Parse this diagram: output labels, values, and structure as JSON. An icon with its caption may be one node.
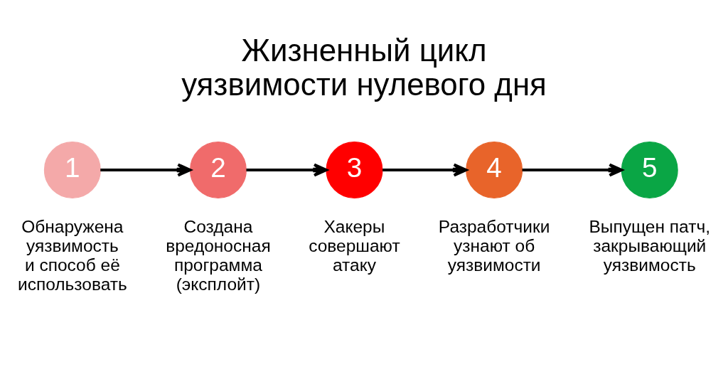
{
  "diagram": {
    "title": "Жизненный цикл уязвимости нулевого дня",
    "nodes": [
      {
        "text": [
          "1"
        ],
        "beside": [
          "Обнаружена уязвимость и способ её использовать"
        ]
      },
      {
        "text": [
          "2"
        ],
        "beside": [
          "Создана вредоносная программа (эксплойт)"
        ]
      },
      {
        "text": [
          "3"
        ],
        "beside": [
          "Хакеры совершают атаку"
        ]
      },
      {
        "text": [
          "4"
        ],
        "beside": [
          "Разработчики узнают об уязвимости"
        ]
      },
      {
        "text": [
          "5"
        ],
        "beside": [
          "Выпущен патч, закрывающий уязвимость"
        ]
      }
    ],
    "edges": [
      {
        "from": 0,
        "to": 1,
        "arrow": "to"
      },
      {
        "from": 1,
        "to": 2,
        "arrow": "to"
      },
      {
        "from": 2,
        "to": 3,
        "arrow": "to"
      },
      {
        "from": 3,
        "to": 4,
        "arrow": "to"
      }
    ]
  }
}
